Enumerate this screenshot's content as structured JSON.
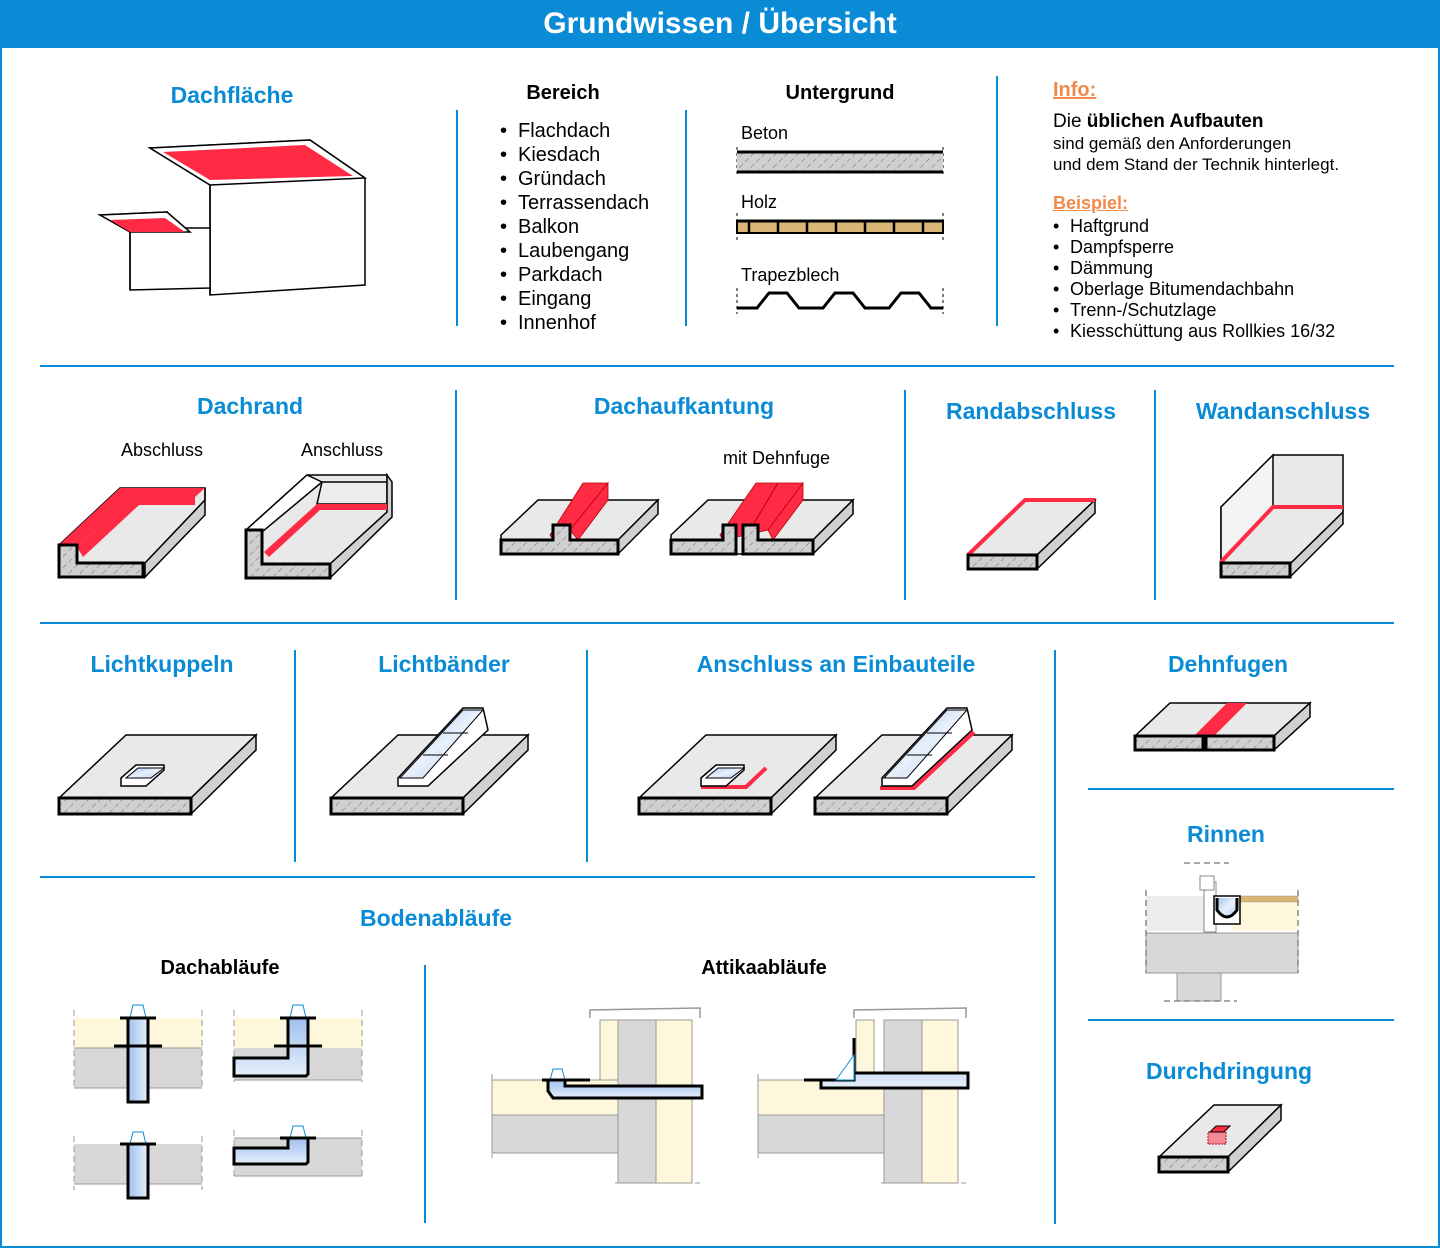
{
  "header": {
    "title": "Grundwissen / Übersicht"
  },
  "colors": {
    "brand_blue": "#0a8bd6",
    "membrane_red": "#ff2a44",
    "info_orange": "#f08a4b",
    "concrete_gray": "#d8d8d8",
    "insulation_cream": "#fff7dc",
    "glass_blue": "#a9c8f0"
  },
  "dachflaeche": {
    "title": "Dachfläche"
  },
  "bereich": {
    "title": "Bereich",
    "items": [
      "Flachdach",
      "Kiesdach",
      "Gründach",
      "Terrassendach",
      "Balkon",
      "Laubengang",
      "Parkdach",
      "Eingang",
      "Innenhof"
    ]
  },
  "untergrund": {
    "title": "Untergrund",
    "items": [
      "Beton",
      "Holz",
      "Trapezblech"
    ]
  },
  "info": {
    "heading": "Info:",
    "text_pre": "Die ",
    "text_bold": "üblichen Aufbauten",
    "text_line2": "sind gemäß den Anforderungen",
    "text_line3": "und dem Stand der Technik hinterlegt.",
    "example_heading": "Beispiel:",
    "examples": [
      "Haftgrund",
      "Dampfsperre",
      "Dämmung",
      "Oberlage Bitumendachbahn",
      "Trenn-/Schutzlage",
      "Kiesschüttung aus Rollkies 16/32"
    ]
  },
  "dachrand": {
    "title": "Dachrand",
    "labels": [
      "Abschluss",
      "Anschluss"
    ]
  },
  "dachaufkantung": {
    "title": "Dachaufkantung",
    "labels": [
      "mit Dehnfuge"
    ]
  },
  "randabschluss": {
    "title": "Randabschluss"
  },
  "wandanschluss": {
    "title": "Wandanschluss"
  },
  "lichtkuppeln": {
    "title": "Lichtkuppeln"
  },
  "lichtbaender": {
    "title": "Lichtbänder"
  },
  "einbauteile": {
    "title": "Anschluss an Einbauteile"
  },
  "dehnfugen": {
    "title": "Dehnfugen"
  },
  "rinnen": {
    "title": "Rinnen"
  },
  "durchdringung": {
    "title": "Durchdringung"
  },
  "bodenablaeufe": {
    "title": "Bodenabläufe",
    "dachablaeufe": "Dachabläufe",
    "attikaablaeufe": "Attikaabläufe"
  }
}
